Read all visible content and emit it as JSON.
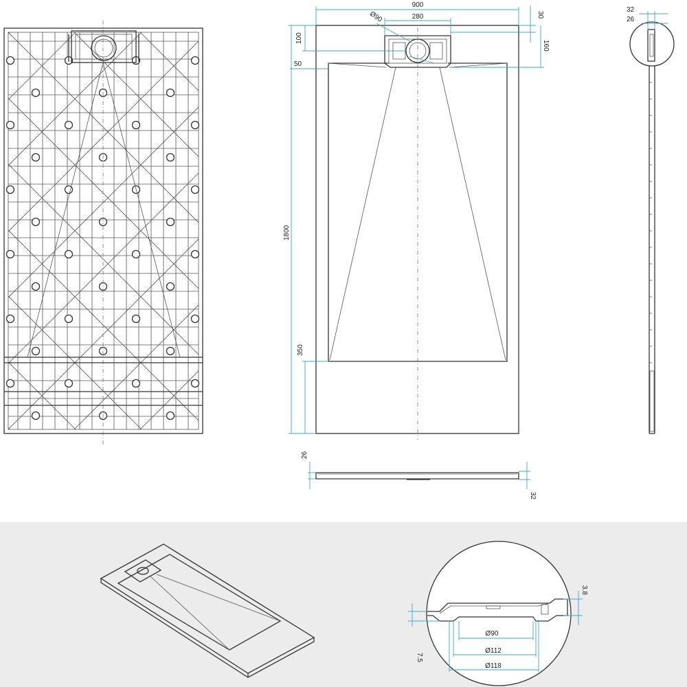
{
  "top_view": {
    "width_mm": "900",
    "length_mm": "1800",
    "edge_offset_mm": "30",
    "drain_offset_mm": "100",
    "drain_box_mm": "160",
    "drain_width_mm": "280",
    "drain_diameter": "Ø90",
    "slope_offset_mm": "50",
    "bottom_area_mm": "350"
  },
  "front_view": {
    "thickness_edge_mm": "26",
    "thickness_total_mm": "32"
  },
  "side_view": {
    "thickness_total_mm": "32",
    "thickness_edge_mm": "26"
  },
  "detail_view": {
    "rim_mm": "3.8",
    "depth_mm": "7.5",
    "diameter_inner": "Ø90",
    "diameter_mid": "Ø112",
    "diameter_outer": "Ø118"
  },
  "colors": {
    "dimension": "#3fa6c8",
    "line": "#333333",
    "band": "#ececec"
  }
}
